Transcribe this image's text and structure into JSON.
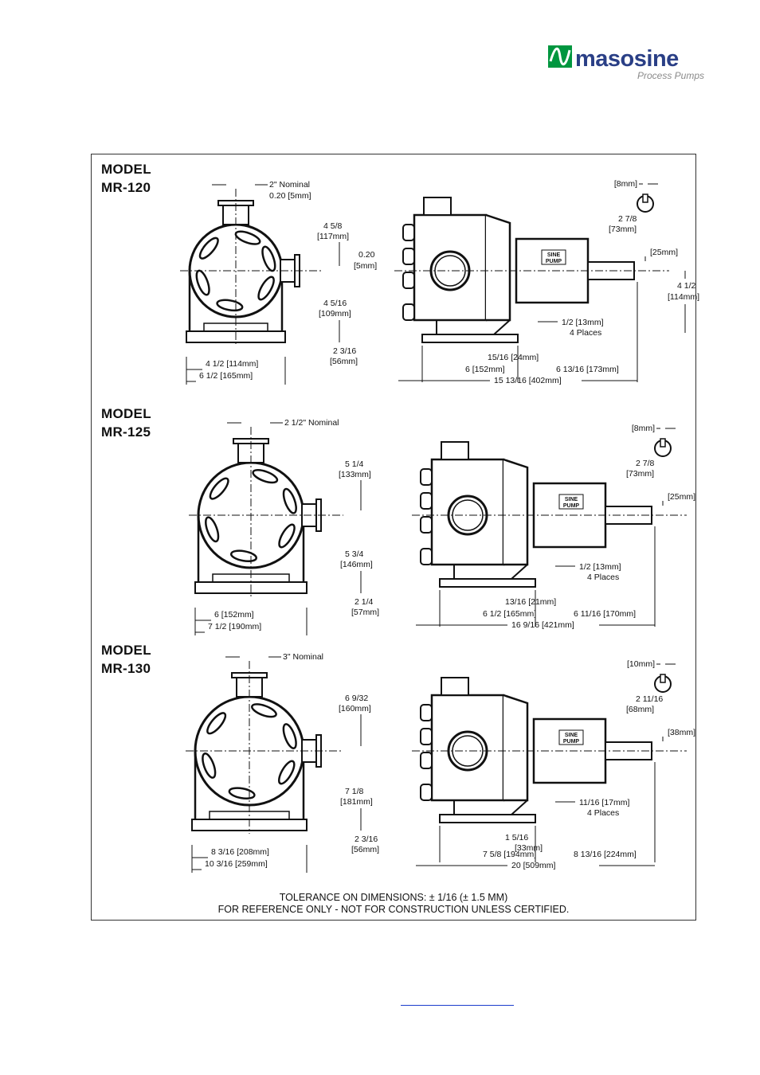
{
  "logo": {
    "brand": "masosine",
    "tagline": "Process Pumps",
    "brand_color": "#00963f",
    "text_color": "#2a3f86"
  },
  "models": [
    {
      "title": "MODEL MR-120",
      "title_line1": "MODEL",
      "title_line2": "MR-120",
      "front": {
        "nominal": "2\" Nominal",
        "offset": "0.20  [5mm]",
        "upper": "4 5/8",
        "upper_mm": "[117mm]",
        "port_offset": "0.20",
        "port_offset_mm": "[5mm]",
        "lower": "4 5/16",
        "lower_mm": "[109mm]",
        "foot": "2 3/16",
        "foot_mm": "[56mm]",
        "base_inner": "4 1/2  [114mm]",
        "base_outer": "6 1/2  [165mm]"
      },
      "side": {
        "key": "[8mm]",
        "shaft_len": "2 7/8",
        "shaft_len_mm": "[73mm]",
        "shaft_dia": "[25mm]",
        "height": "4 1/2",
        "height_mm": "[114mm]",
        "holes": "1/2  [13mm]",
        "places": "4 Places",
        "foot_off": "15/16  [24mm]",
        "base": "6  [152mm]",
        "shaft_ext": "6 13/16  [173mm]",
        "total": "15 13/16 [402mm]",
        "label1": "SINE",
        "label2": "PUMP"
      }
    },
    {
      "title": "MODEL MR-125",
      "title_line1": "MODEL",
      "title_line2": "MR-125",
      "front": {
        "nominal": "2 1/2\" Nominal",
        "upper": "5 1/4",
        "upper_mm": "[133mm]",
        "lower": "5 3/4",
        "lower_mm": "[146mm]",
        "foot": "2 1/4",
        "foot_mm": "[57mm]",
        "base_inner": "6  [152mm]",
        "base_outer": "7 1/2  [190mm]"
      },
      "side": {
        "key": "[8mm]",
        "shaft_len": "2 7/8",
        "shaft_len_mm": "[73mm]",
        "shaft_dia": "[25mm]",
        "holes": "1/2  [13mm]",
        "places": "4 Places",
        "foot_off": "13/16  [21mm]",
        "base": "6 1/2  [165mm]",
        "shaft_ext": "6 11/16  [170mm]",
        "total": "16 9/16  [421mm]",
        "label1": "SINE",
        "label2": "PUMP"
      }
    },
    {
      "title": "MODEL MR-130",
      "title_line1": "MODEL",
      "title_line2": "MR-130",
      "front": {
        "nominal": "3\" Nominal",
        "upper": "6 9/32",
        "upper_mm": "[160mm]",
        "lower": "7 1/8",
        "lower_mm": "[181mm]",
        "foot": "2 3/16",
        "foot_mm": "[56mm]",
        "base_inner": "8 3/16  [208mm]",
        "base_outer": "10 3/16  [259mm]"
      },
      "side": {
        "key": "[10mm]",
        "shaft_len": "2 11/16",
        "shaft_len_mm": "[68mm]",
        "shaft_dia": "[38mm]",
        "holes": "11/16  [17mm]",
        "places": "4 Places",
        "foot_off": "1  5/16",
        "foot_off_mm": "[33mm]",
        "base": "7 5/8  [194mm]",
        "shaft_ext": "8 13/16  [224mm]",
        "total": "20  [509mm]",
        "label1": "SINE",
        "label2": "PUMP"
      }
    }
  ],
  "notes": {
    "tolerance": "TOLERANCE ON DIMENSIONS:  ± 1/16 (± 1.5 MM)",
    "reference": "FOR REFERENCE ONLY - NOT FOR CONSTRUCTION UNLESS CERTIFIED."
  }
}
